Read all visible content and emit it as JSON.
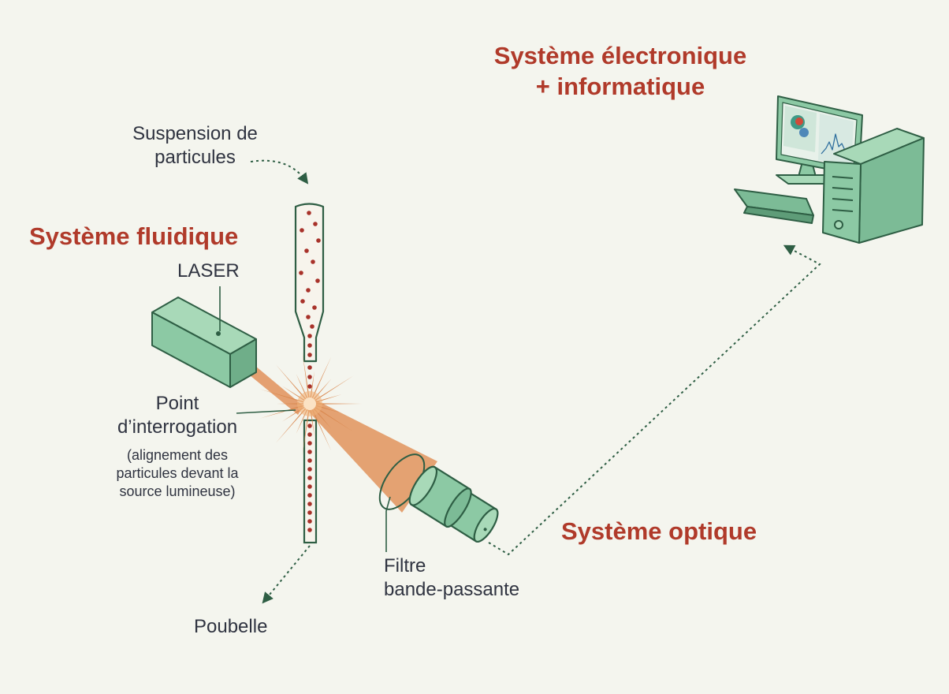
{
  "sections": {
    "fluidic": "Système fluidique",
    "optic": "Système optique",
    "electronic_line1": "Système électronique",
    "electronic_line2": "+ informatique"
  },
  "labels": {
    "suspension_line1": "Suspension de",
    "suspension_line2": "particules",
    "laser": "LASER",
    "interrogation_line1": "Point",
    "interrogation_line2": "d’interrogation",
    "interrogation_note_line1": "(alignement des",
    "interrogation_note_line2": "particules devant la",
    "interrogation_note_line3": "source lumineuse)",
    "filter_line1": "Filtre",
    "filter_line2": "bande-passante",
    "waste": "Poubelle"
  },
  "colors": {
    "heading": "#b03a2a",
    "text": "#2f3340",
    "component_fill": "#8cc9a4",
    "component_stroke": "#2e5e44",
    "particle": "#a8322a",
    "beam": "#e0915a",
    "arrow": "#2e5e44",
    "background": "#f4f5ee"
  },
  "icons": [
    "laser-box-icon",
    "flow-tube-icon",
    "light-burst-icon",
    "bandpass-filter-icon",
    "detector-lens-icon",
    "computer-icon"
  ]
}
